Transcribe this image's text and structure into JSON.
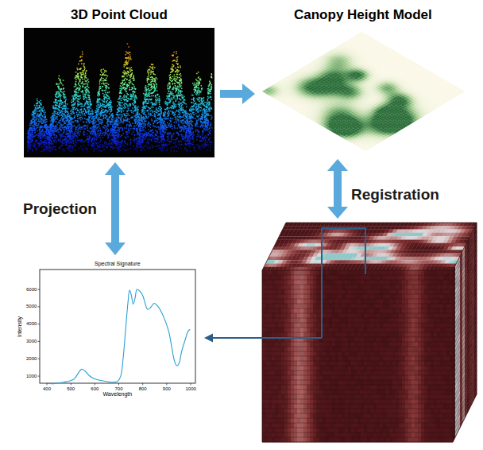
{
  "diagram": {
    "nodes": [
      {
        "text": [
          "3D Point Cloud"
        ]
      },
      {
        "text": [
          "Canopy Height Model"
        ]
      },
      {
        "text": [
          "Spectral Signature",
          "Wavelength",
          "Intensity"
        ]
      }
    ],
    "edges": [
      {
        "from": 0,
        "to": 1,
        "arrow": "to"
      },
      {
        "from": 0,
        "to": 2,
        "label": "Projection",
        "arrow": "both"
      }
    ],
    "labels": [
      "Registration",
      "6000",
      "5000",
      "4000",
      "3000",
      "2000",
      "1000",
      "400",
      "500",
      "600",
      "700",
      "800",
      "900",
      "1000"
    ]
  }
}
